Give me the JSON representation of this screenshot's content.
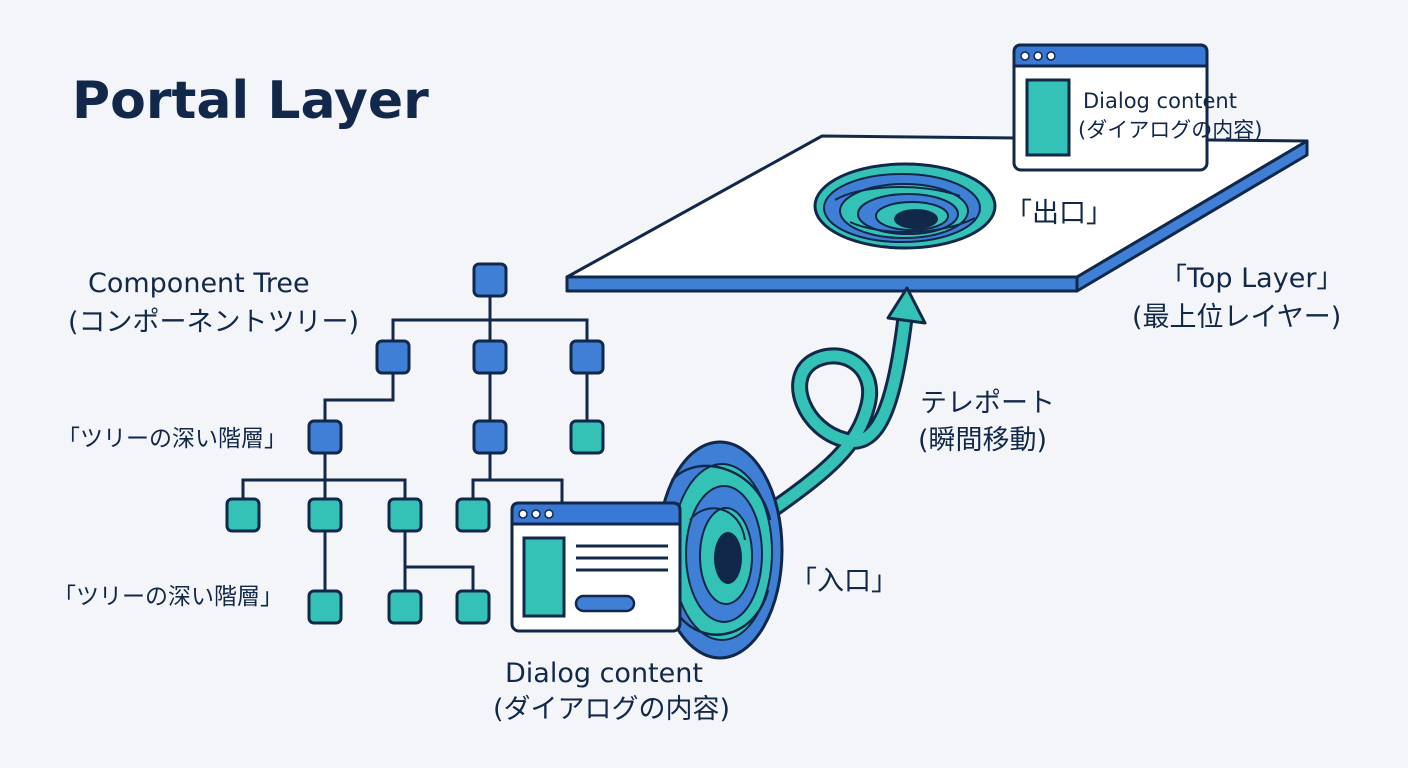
{
  "title": "Portal Layer",
  "component_tree": {
    "label": "Component Tree",
    "label_sub": "(コンポーネントツリー)",
    "deep_level_label_1": "「ツリーの深い階層」",
    "deep_level_label_2": "「ツリーの深い階層」"
  },
  "entrance": {
    "label": "「入口」"
  },
  "exit": {
    "label": "「出口」"
  },
  "teleport": {
    "label": "テレポート",
    "label_sub": "(瞬間移動)"
  },
  "top_layer": {
    "label": "「Top Layer」",
    "label_sub": "(最上位レイヤー)"
  },
  "dialog_source": {
    "label": "Dialog content",
    "label_sub": "(ダイアログの内容)"
  },
  "dialog_target": {
    "label": "Dialog content",
    "label_sub": "(ダイアログの内容)"
  },
  "colors": {
    "navy": "#12284a",
    "blue": "#3f7fd6",
    "teal": "#34c2b6",
    "background": "#f3f5f8",
    "window_bar": "#3a78d6"
  }
}
